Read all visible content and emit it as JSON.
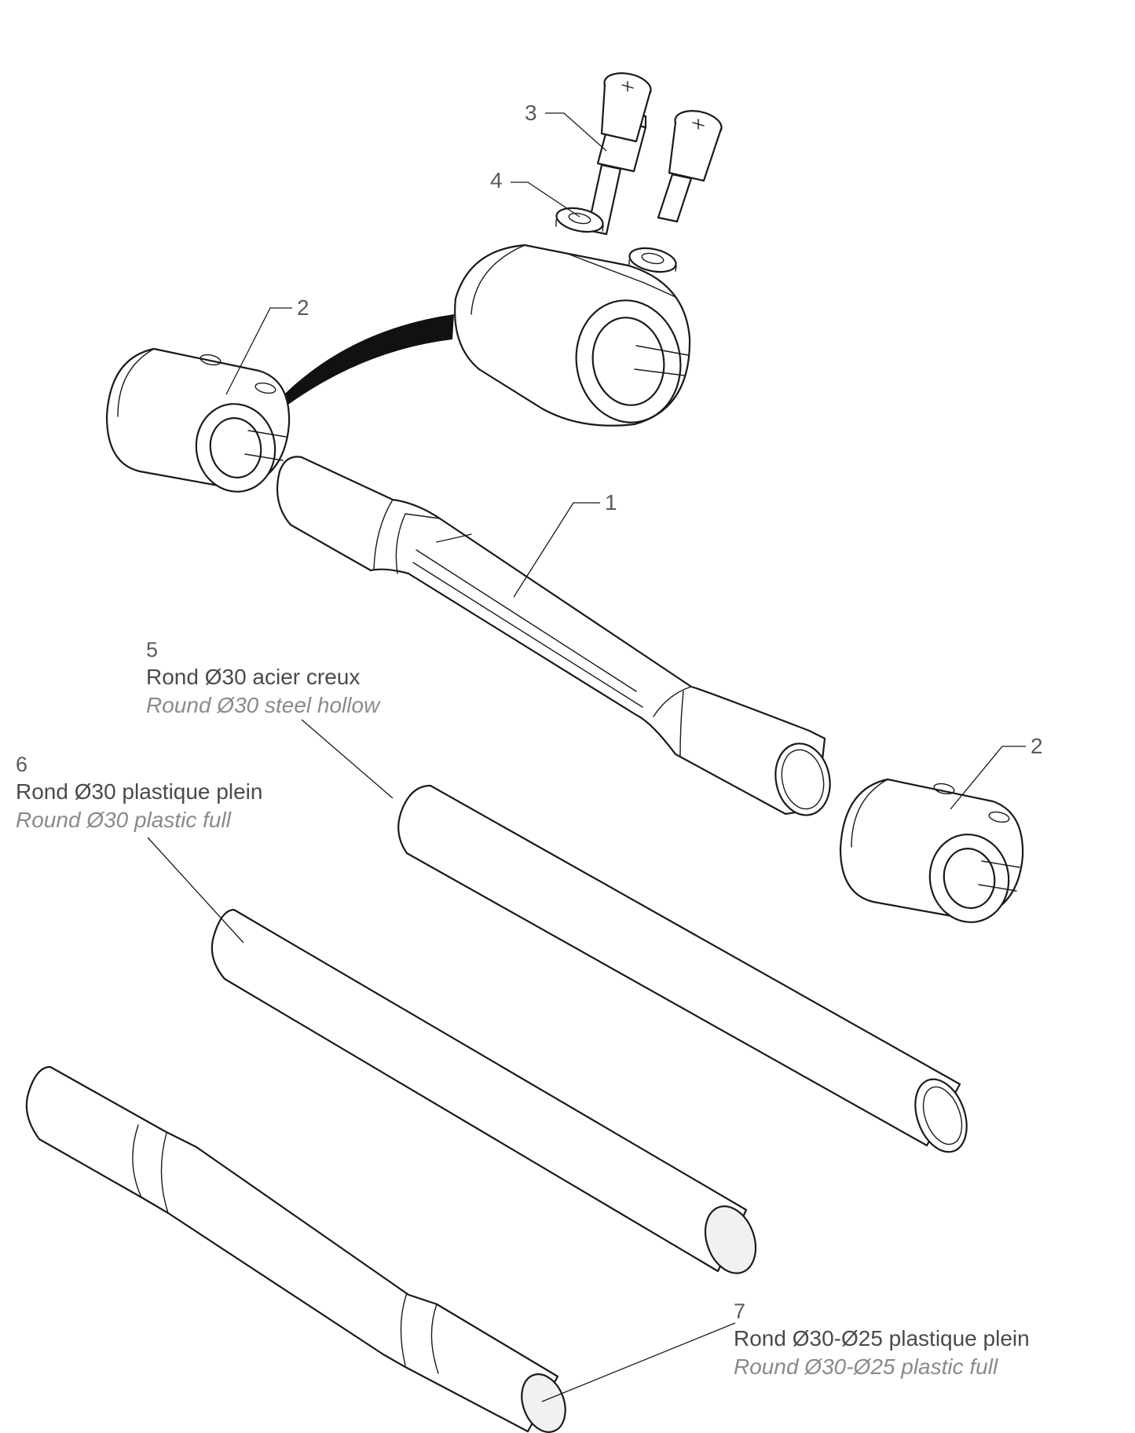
{
  "callouts": {
    "part1": "1",
    "part2_left": "2",
    "part2_right": "2",
    "part3": "3",
    "part4": "4"
  },
  "labels": {
    "part5": {
      "num": "5",
      "fr": "Rond Ø30 acier creux",
      "en": "Round Ø30 steel hollow"
    },
    "part6": {
      "num": "6",
      "fr": "Rond Ø30 plastique plein",
      "en": "Round Ø30 plastic full"
    },
    "part7": {
      "num": "7",
      "fr": "Rond Ø30-Ø25 plastique plein",
      "en": "Round Ø30-Ø25 plastic full"
    }
  }
}
